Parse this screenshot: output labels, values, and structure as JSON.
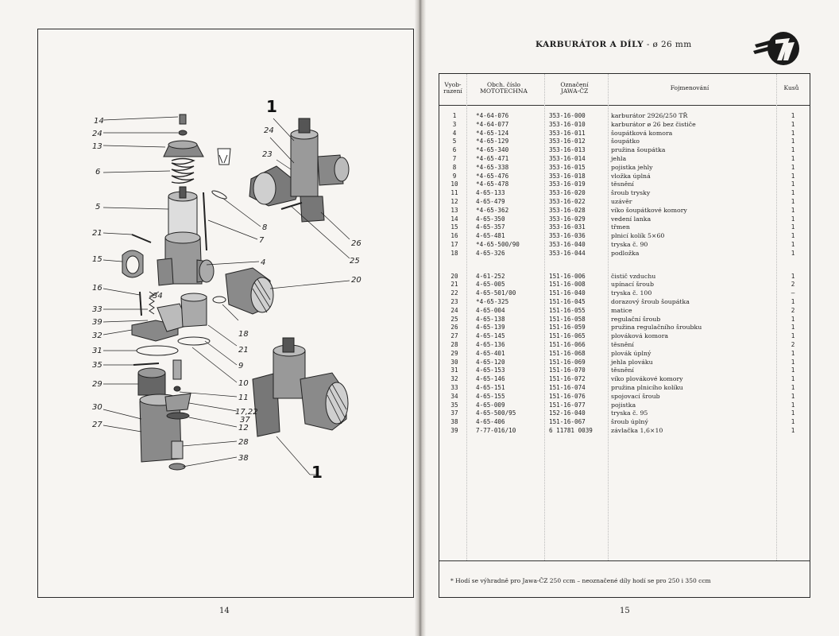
{
  "left_page": {
    "page_number": "14",
    "callouts": [
      "14",
      "24",
      "13",
      "6",
      "5",
      "21",
      "15",
      "16",
      "33",
      "39",
      "32",
      "31",
      "35",
      "29",
      "30",
      "27",
      "34",
      "8",
      "7",
      "4",
      "20",
      "18",
      "21",
      "9",
      "10",
      "11",
      "17,22",
      "37",
      "12",
      "28",
      "38",
      "1",
      "24",
      "23",
      "26",
      "25",
      "1"
    ]
  },
  "right_page": {
    "page_number": "15",
    "title_main": "KARBURÁTOR A DÍLY",
    "title_sub": " -  ø 26 mm",
    "table": {
      "headers": {
        "vyrazeni": "Vyob-\nrazení",
        "obch": "Obch. číslo\nMOTOTECHNA",
        "ozn": "Označení\nJAWA-ČZ",
        "poj": "Fojmenování",
        "kus": "Kusů"
      },
      "rows": [
        [
          "1",
          "*4-64-076",
          "353-16-000",
          "karburátor 2926/250 TŘ",
          "1"
        ],
        [
          "3",
          "*4-64-077",
          "353-16-010",
          "karburátor ø 26 bez čističe",
          "1"
        ],
        [
          "4",
          "*4-65-124",
          "353-16-011",
          "šoupátková komora",
          "1"
        ],
        [
          "5",
          "*4-65-129",
          "353-16-012",
          "šoupátko",
          "1"
        ],
        [
          "6",
          "*4-65-340",
          "353-16-013",
          "pružina šoupátka",
          "1"
        ],
        [
          "7",
          "*4-65-471",
          "353-16-014",
          "jehla",
          "1"
        ],
        [
          "8",
          "*4-65-338",
          "353-16-015",
          "pojistka jehly",
          "1"
        ],
        [
          "9",
          "*4-65-476",
          "353-16-018",
          "vložka úplná",
          "1"
        ],
        [
          "10",
          "*4-65-478",
          "353-16-019",
          "těsnění",
          "1"
        ],
        [
          "11",
          "4-65-133",
          "353-16-020",
          "šroub trysky",
          "1"
        ],
        [
          "12",
          "4-65-479",
          "353-16-022",
          "uzávěr",
          "1"
        ],
        [
          "13",
          "*4-65-362",
          "353-16-028",
          "víko šoupátkové komory",
          "1"
        ],
        [
          "14",
          "4-65-350",
          "353-16-029",
          "vedení lanka",
          "1"
        ],
        [
          "15",
          "4-65-357",
          "353-16-031",
          "třmen",
          "1"
        ],
        [
          "16",
          "4-65-481",
          "353-16-036",
          "plnicí kolík 5×60",
          "1"
        ],
        [
          "17",
          "*4-65-500/90",
          "353-16-040",
          "tryska č. 90",
          "1"
        ],
        [
          "18",
          "4-65-326",
          "353-16-044",
          "podložka",
          "1"
        ],
        [
          "20",
          "4-61-252",
          "151-16-006",
          "čistič vzduchu",
          "1"
        ],
        [
          "21",
          "4-65-005",
          "151-16-008",
          "upínací šroub",
          "2"
        ],
        [
          "22",
          "4-65-501/00",
          "151-16-040",
          "tryska č. 100",
          "–"
        ],
        [
          "23",
          "*4-65-325",
          "151-16-045",
          "dorazový šroub šoupátka",
          "1"
        ],
        [
          "24",
          "4-65-004",
          "151-16-055",
          "matice",
          "2"
        ],
        [
          "25",
          "4-65-138",
          "151-16-058",
          "regulační šroub",
          "1"
        ],
        [
          "26",
          "4-65-139",
          "151-16-059",
          "pružina regulačního šroubku",
          "1"
        ],
        [
          "27",
          "4-65-145",
          "151-16-065",
          "plováková komora",
          "1"
        ],
        [
          "28",
          "4-65-136",
          "151-16-066",
          "těsnění",
          "2"
        ],
        [
          "29",
          "4-65-401",
          "151-16-068",
          "plovák úplný",
          "1"
        ],
        [
          "30",
          "4-65-120",
          "151-16-069",
          "jehla plováku",
          "1"
        ],
        [
          "31",
          "4-65-153",
          "151-16-070",
          "těsnění",
          "1"
        ],
        [
          "32",
          "4-65-146",
          "151-16-072",
          "víko plovákové komory",
          "1"
        ],
        [
          "33",
          "4-65-151",
          "151-16-074",
          "pružina plnicího kolíku",
          "1"
        ],
        [
          "34",
          "4-65-155",
          "151-16-076",
          "spojovací šroub",
          "1"
        ],
        [
          "35",
          "4-65-009",
          "151-16-077",
          "pojistka",
          "1"
        ],
        [
          "37",
          "4-65-500/95",
          "152-16-040",
          "tryska č. 95",
          "1"
        ],
        [
          "38",
          "4-65-406",
          "151-16-067",
          "šroub úplný",
          "1"
        ],
        [
          "39",
          "7-77-016/10",
          "6  11781 0039",
          "závlačka 1,6×10",
          "1"
        ]
      ]
    },
    "footnote": "* Hodí se výhradně pro Jawa-ČZ 250 ccm – neoznačené díly hodí se pro 250 i 350 ccm"
  },
  "colors": {
    "paper": "#f6f4f1",
    "ink": "#1d1d1d",
    "gutter": "#8e8a86"
  },
  "icons": [
    "jawa-logo-icon"
  ]
}
